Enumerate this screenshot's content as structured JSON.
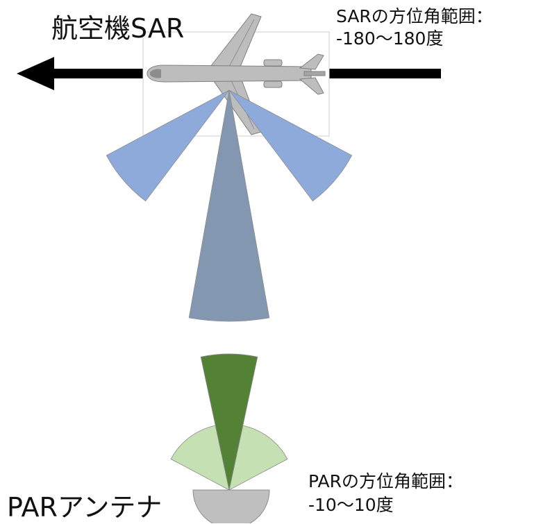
{
  "sar": {
    "title": "航空機SAR",
    "range_label": "SARの方位角範囲：",
    "range_value": "-180〜180度"
  },
  "par": {
    "title": "PARアンテナ",
    "range_label": "PARの方位角範囲：",
    "range_value": "-10〜10度"
  },
  "colors": {
    "sar_side_beam": "#8eaadb",
    "sar_main_beam": "#8497b0",
    "par_main_beam": "#538135",
    "par_side_beam": "#c5e0b3",
    "par_base": "#bfbfbf",
    "arrow": "#000000",
    "aircraft_body": "#bdbdbd"
  },
  "icons": {
    "aircraft": "airplane-icon",
    "direction": "arrow-left-icon"
  }
}
